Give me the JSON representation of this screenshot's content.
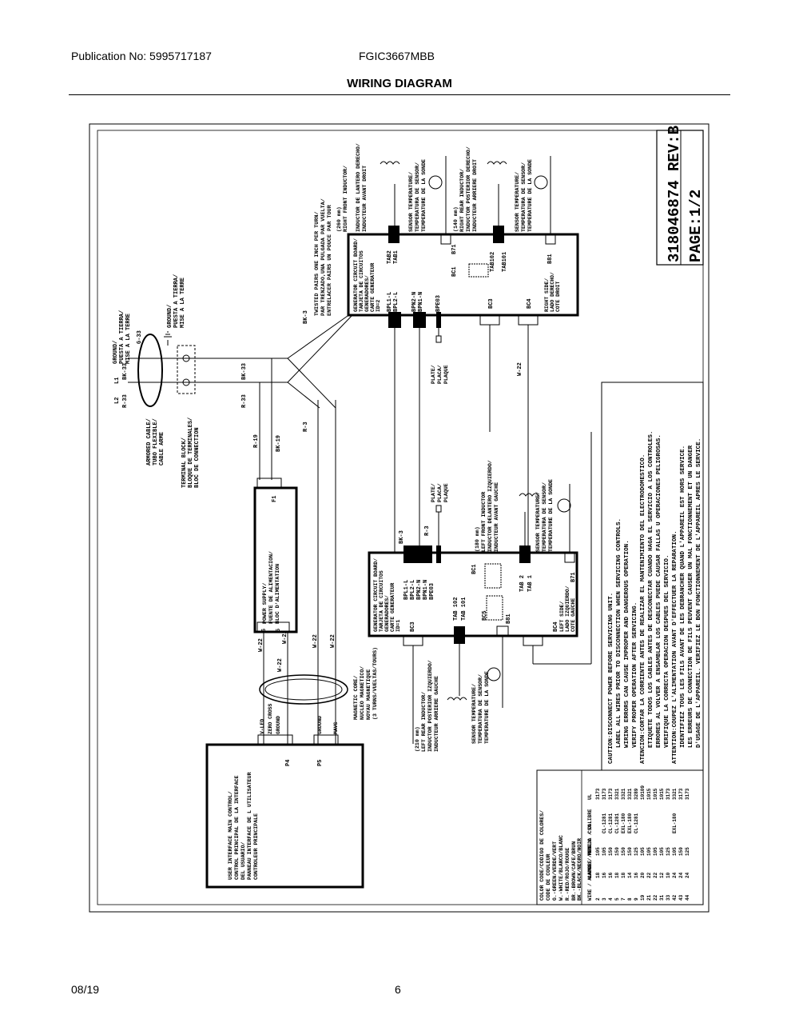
{
  "header": {
    "publication": "Publication No: 5995717187",
    "model": "FGIC3667MBB",
    "title": "WIRING DIAGRAM"
  },
  "footer": {
    "date": "08/19",
    "page": "6"
  },
  "diagram": {
    "doc_number": "318046874  REV:B",
    "page": "PAGE:1/2",
    "ground_label": [
      "GROUND/",
      "PUESTA A TIERRA/",
      "MISE A LA TERRE"
    ],
    "ground_label_2": [
      "GROUND/",
      "PUESTA A TIERRA/",
      "MISE A LA TERRE"
    ],
    "line_labels": {
      "l1": "L1",
      "bk33": "BK-33",
      "g33": "G-33",
      "l2": "L2",
      "r33": "R-33"
    },
    "armored_cable": [
      "ARMORED CABLE/",
      "TUBO FLEXIBLE/",
      "CABLE ARME"
    ],
    "terminal_block": [
      "TERMINAL BLOCK/",
      "BLOQUE DE TERMINALES/",
      "BLOC DE CONNECTION"
    ],
    "twisted_pairs": [
      "TWISTED PAIRS ONE INCH PER TURN/",
      "PAR TRENZADO,UNA PULGADA PAR VUELTA/",
      "ENTRELACER PAIRS UN POUCE PAR TOUR"
    ],
    "right_board": {
      "title": [
        "GENERATOR CIRCUIT BOARD/",
        "TARJETA DE CIRCUITOS",
        "GENERADORES/",
        "CARTE GENERATEUR",
        "ID=2"
      ],
      "side": [
        "RIGHT SIDE/",
        "LADO DERECHO/",
        "COTE DROIT"
      ],
      "pins": [
        "BPL1-L",
        "BPL2-L",
        "BPN2-N",
        "BPN1-N",
        "BPE03",
        "BC3",
        "BC4",
        "TAB2",
        "TAB1",
        "BC1",
        "B71",
        "TAB102",
        "TAB101",
        "B81"
      ]
    },
    "left_board": {
      "title": [
        "GENERATOR CIRCUIT BOARD/",
        "TARJETA DE CIRCUITOS",
        "GENERADORES/",
        "CARTE GENERATEUR",
        "ID=1"
      ],
      "side": [
        "LEFT SIDE/",
        "LADO IZQUIERDO/",
        "COTE GAUCHE"
      ],
      "pins": [
        "BPL1-L",
        "BPL2-L",
        "BPN2-N",
        "BPN1-N",
        "BPE03",
        "BC3",
        "TAB 102",
        "TAB 101",
        "BC5",
        "B81",
        "BC1",
        "TAB 2",
        "TAB 1",
        "B71",
        "BC4"
      ]
    },
    "inductors": {
      "rf": [
        "(260 mm)",
        "RIGHT FRONT INDUCTOR/",
        "INDUCTOR DE LANTERO DERECHO/",
        "INDUCTEUR AVANT DROIT"
      ],
      "rr": [
        "(140 mm)",
        "RIGHT REAR INDUCTOR/",
        "INDUCTOR POSTERIOR DERECHO/",
        "INDUCTEUR ARRIERE DROIT"
      ],
      "lf": [
        "(180 mm)",
        "LEFT FRONT INDUCTOR",
        "INDUCTOR DELANTERO IZQUIERDO/",
        "INDUCTEUR AVANT GAUCHE"
      ],
      "lr": [
        "(210 mm)",
        "LEFT REAR INDUCTOR/",
        "INDUCTOR POSTERIOR IZQUIERDO/",
        "INDUCTEUR ARRIERE GAUCHE"
      ]
    },
    "sensor_label": [
      "SENSOR TEMPERATURE/",
      "TEMPERATURA DE SENSOR/",
      "TEMPERATURE DE LA SONDE"
    ],
    "plate_label": [
      "PLATE/",
      "PLACA/",
      "PLAQUE"
    ],
    "wires": {
      "bk3": "BK-3",
      "r3": "R-3",
      "w22": "W-22",
      "r19": "R-19",
      "bk19": "BK-19"
    },
    "power_supply": [
      "POWER SUPPLY/",
      "FUENTE DE ALIMENTACION/",
      "BLOC D'ALIMENTATION"
    ],
    "power_supply_pins": {
      "f1": "F1",
      "p6": "6",
      "p5": "5"
    },
    "magnetic_core": [
      "MAGNETIC CORE/",
      "NUCLEO MAGNETICO/",
      "NOYAU MAGNETIQUE",
      "(3 TURNS/VUELTAS/TOURS)"
    ],
    "ui_control": [
      "USER INTERFACE MAIN CONTROL/",
      "CONTROL PRINCIPAL DE LA INTERFACE",
      "DEL USUARIO/",
      "PANNEAU INTERFACE DE L UTILISATEUR",
      "CONTROLEUR PRINCIPALE"
    ],
    "connectors": {
      "p4": "P4",
      "p5": "P5",
      "vled": "V-LED",
      "zero_cross": "ZERO CROSS",
      "ground": "GROUND",
      "ground2": "GROUND",
      "mavs": "MAVS"
    },
    "caution": [
      "CAUTION:DISCONNECT POWER BEFORE SERVICING UNIT.",
      "LABEL ALL WIRES PRIOR TO DISCONNECTION WHEN SERVICING CONTROLS.",
      "WIRING ERRORS CAN CAUSE IMPROPER AND DANGEROUS OPERATION.",
      "VERIFY PROPER OPERATION AFTER SERVICING.",
      "ATENCION:CORTAR LA CORRIENTE ANTES DE REALIZAR EL MANTENIMIENTO DEL ELECTRODOMESTICO.",
      "ETIQUETE TODOS LOS CABLES ANTES DE DESCONECTAR CUANDO HAGA EL SERVICIO A LOS CONTROLES.",
      "ERRORES AL VOLVER A ENSAMBLAR LOS CABLES PUEDE CAUSAR FALLAS U OPERACIONES PELIGROSAS.",
      "VERIFIQUE LA CORRECTA OPERACION DESPUES DEL SERVICIO.",
      "ATTENTION:COUPEZ L'ALIMENTATION AVANT D'EFFECTUER LA REPARATION.",
      "IDENTIFIEZ TOUS LES FILS AVANT DE LES DEBRANCHER QUAND L'APPAREIL EST HORS SERVICE.",
      "LES ERREURS DE CONNECTION DE FILS PEUVENT CAUSER UN MAL FONCTIONNEMENT ET UN DANGER",
      "D'USAGE DE L'APPAREIL. VERIFIEZ LE BON FONCTIONNEMENT DE L'APPAREIL APRES LE SERVICE."
    ],
    "color_code": [
      "COLOR CODE/CODIGO DE COLORES/",
      "CODE DE COULEUR",
      "G.-GREEN/VERDE/VERT",
      "W.-WHITE/BLANCO/BLANC",
      "R.-RED/ROJO/ROUGE",
      "BR.-BROWN/CAFE/BRUN",
      "BK.-BLACK/NEGRO/NOIR"
    ],
    "wire_table": {
      "headers": [
        "WIRE / ALAMBRE / FIL",
        "GAUGE / MEDIDA / CALIBRE",
        "TEMP.C",
        "CSA",
        "UL"
      ],
      "rows": [
        [
          "2",
          "18",
          "105",
          "",
          "3173"
        ],
        [
          "3",
          "16",
          "105",
          "CL-1281",
          "3173"
        ],
        [
          "4",
          "16",
          "150",
          "CL-1281",
          "3173"
        ],
        [
          "5",
          "18",
          "150",
          "CL-1281",
          "3321"
        ],
        [
          "7",
          "18",
          "150",
          "EXL-180",
          "3321"
        ],
        [
          "8",
          "14",
          "150",
          "EXL-180",
          "3321"
        ],
        [
          "9",
          "16",
          "125",
          "CL-1281",
          "3289"
        ],
        [
          "19",
          "20",
          "105",
          "",
          "10109"
        ],
        [
          "21",
          "22",
          "105",
          "",
          "1015"
        ],
        [
          "22",
          "22",
          "105",
          "",
          "1015"
        ],
        [
          "31",
          "12",
          "105",
          "",
          "1015"
        ],
        [
          "33",
          "10",
          "125",
          "",
          "3173"
        ],
        [
          "42",
          "24",
          "105",
          "EXL-180",
          "3321"
        ],
        [
          "43",
          "24",
          "150",
          "",
          "3173"
        ],
        [
          "44",
          "24",
          "125",
          "",
          "3173"
        ]
      ]
    }
  }
}
